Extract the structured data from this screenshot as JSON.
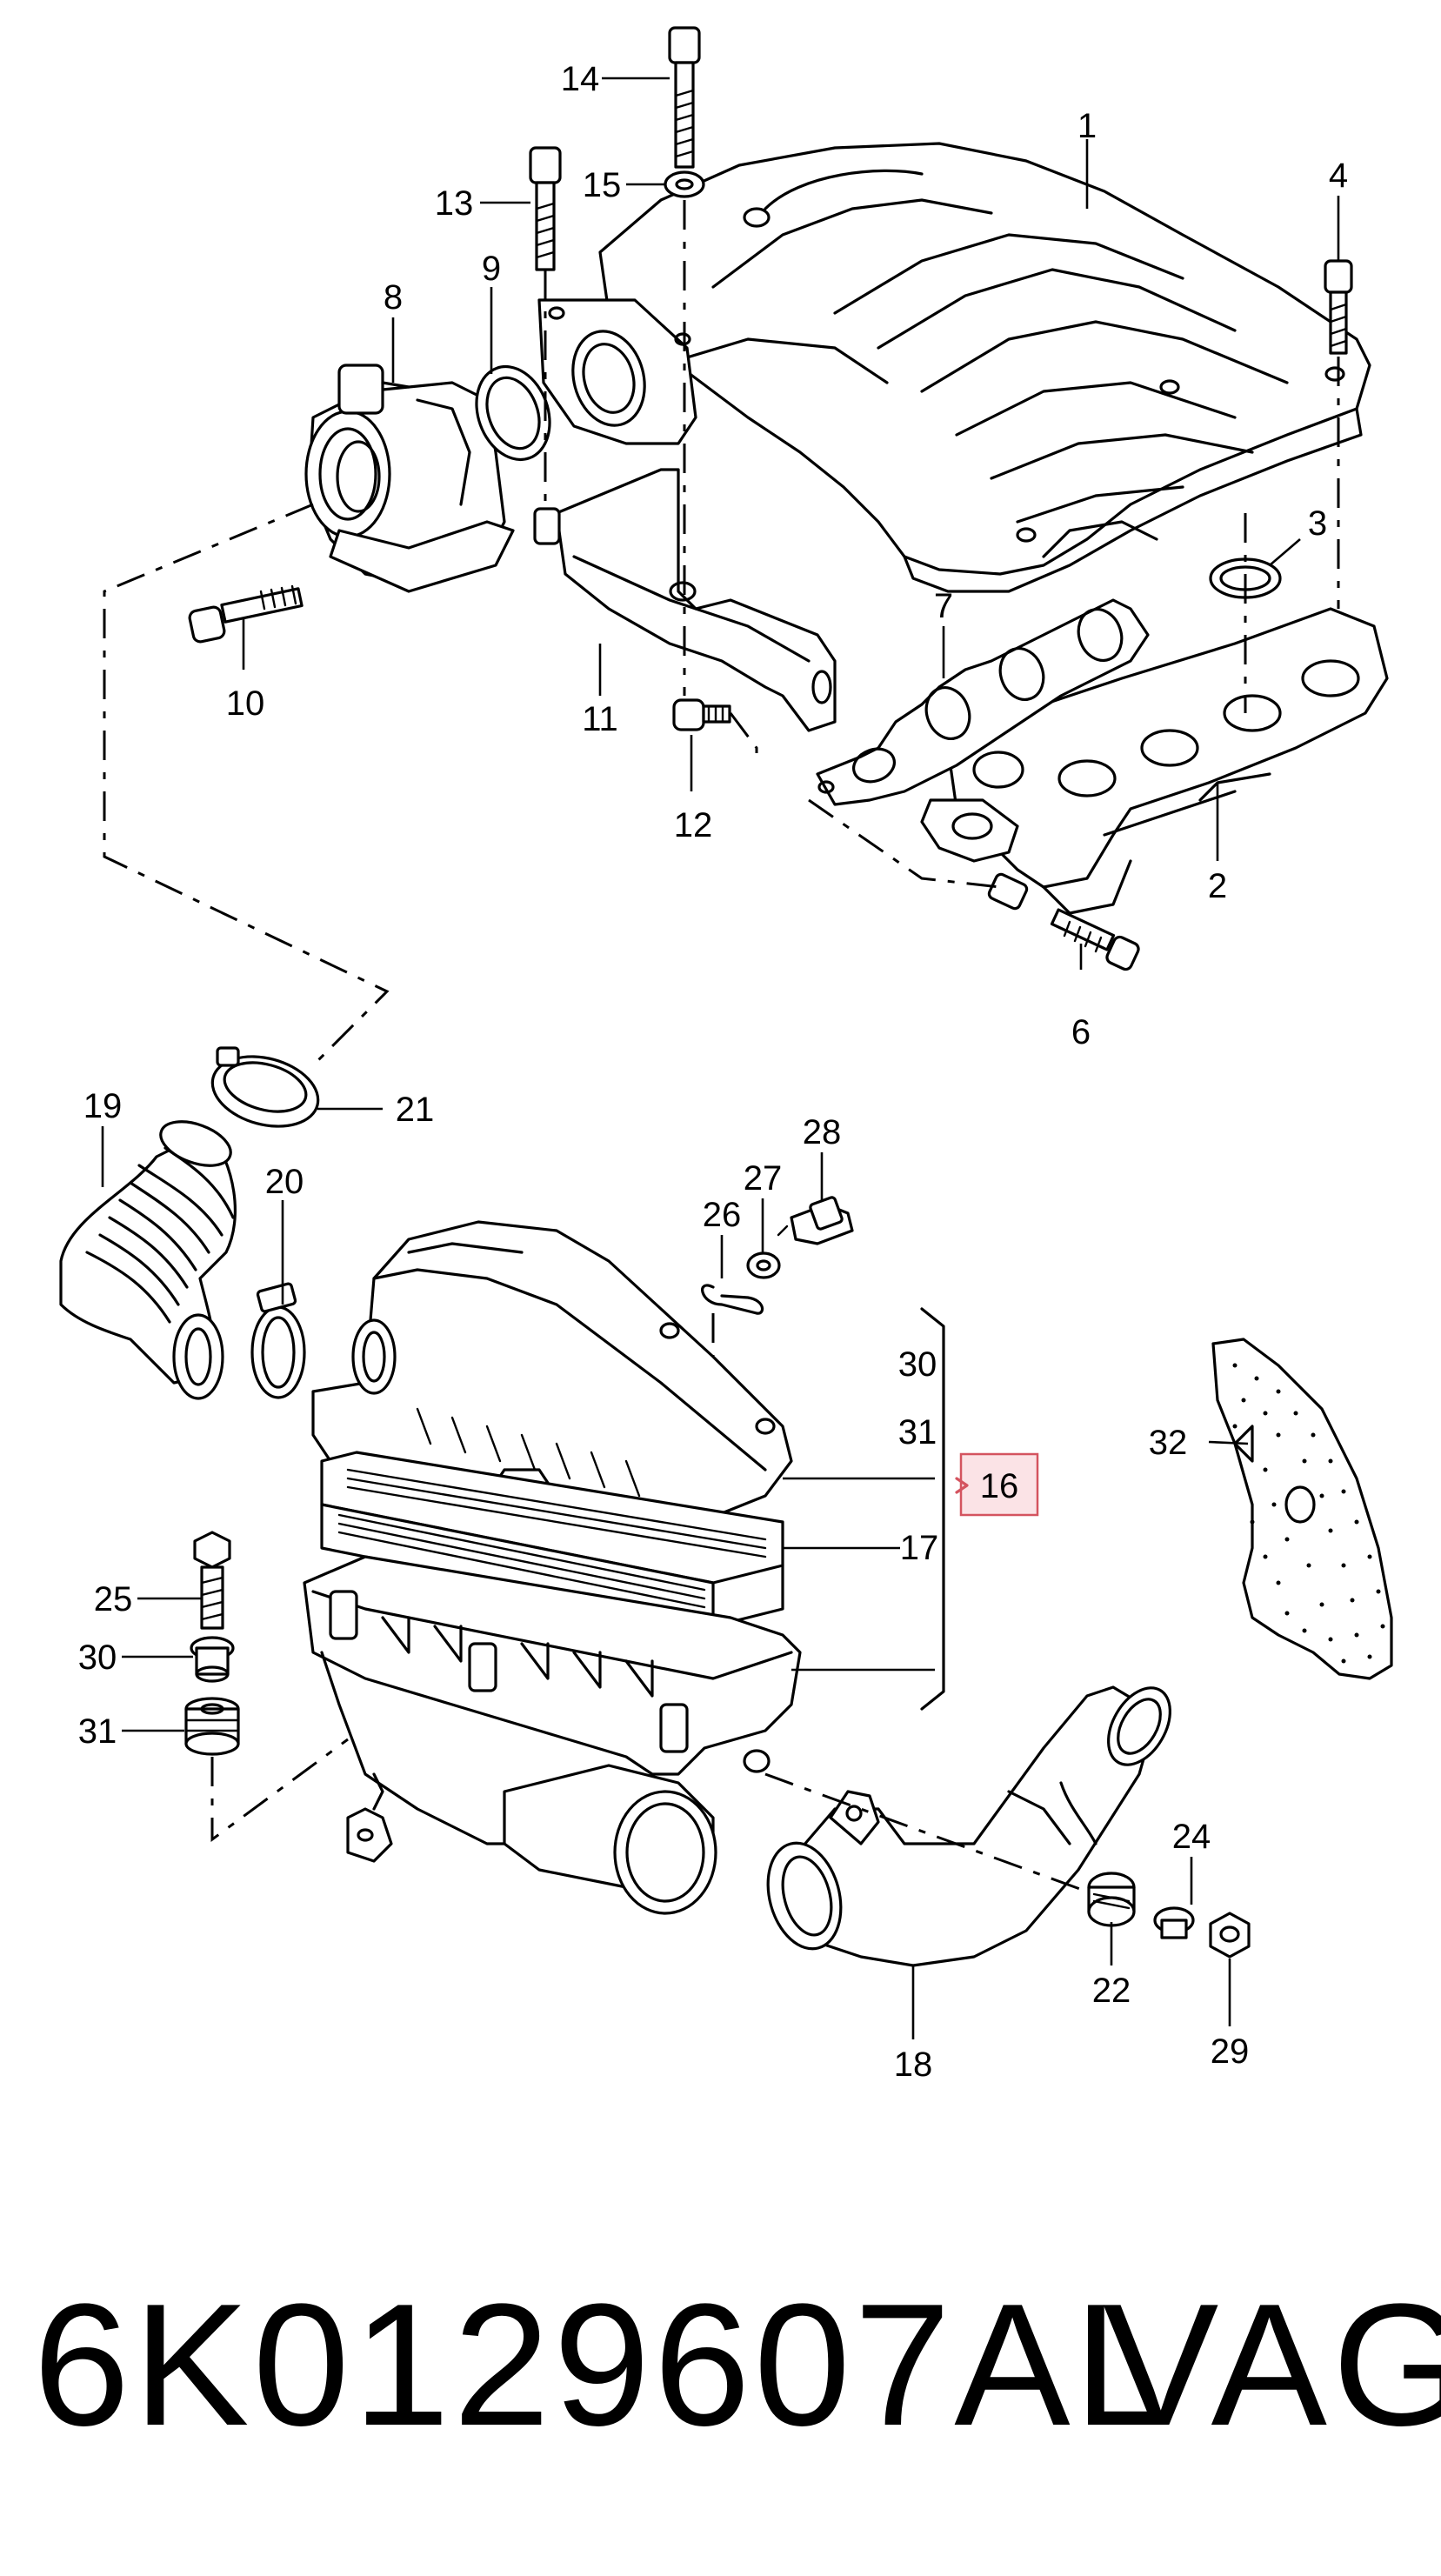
{
  "diagram": {
    "callouts": [
      {
        "id": "c1",
        "text": "1"
      },
      {
        "id": "c2",
        "text": "2"
      },
      {
        "id": "c3",
        "text": "3"
      },
      {
        "id": "c4",
        "text": "4"
      },
      {
        "id": "c5",
        "text": "6"
      },
      {
        "id": "c6",
        "text": "7"
      },
      {
        "id": "c7",
        "text": "8"
      },
      {
        "id": "c8",
        "text": "9"
      },
      {
        "id": "c9",
        "text": "10"
      },
      {
        "id": "c10",
        "text": "11"
      },
      {
        "id": "c11",
        "text": "12"
      },
      {
        "id": "c12",
        "text": "13"
      },
      {
        "id": "c13",
        "text": "14"
      },
      {
        "id": "c14",
        "text": "15"
      },
      {
        "id": "c15",
        "text": "19"
      },
      {
        "id": "c16",
        "text": "20"
      },
      {
        "id": "c17",
        "text": "21"
      },
      {
        "id": "c18",
        "text": "26"
      },
      {
        "id": "c19",
        "text": "27"
      },
      {
        "id": "c20",
        "text": "28"
      },
      {
        "id": "c21",
        "text": "30"
      },
      {
        "id": "c22",
        "text": "31"
      },
      {
        "id": "c23",
        "text": "17"
      },
      {
        "id": "c24",
        "text": "32"
      },
      {
        "id": "c25",
        "text": "25"
      },
      {
        "id": "c26",
        "text": "30"
      },
      {
        "id": "c27",
        "text": "31"
      },
      {
        "id": "c28",
        "text": "24"
      },
      {
        "id": "c29",
        "text": "22"
      },
      {
        "id": "c30",
        "text": "29"
      },
      {
        "id": "c31",
        "text": "18"
      }
    ],
    "highlighted_callout": "16"
  },
  "footer": {
    "part_number": "6K0129607AL",
    "brand": "VAG"
  },
  "colors": {
    "line": "#000000",
    "highlight_fill": "#fbe3e6",
    "highlight_border": "#d4545f"
  }
}
